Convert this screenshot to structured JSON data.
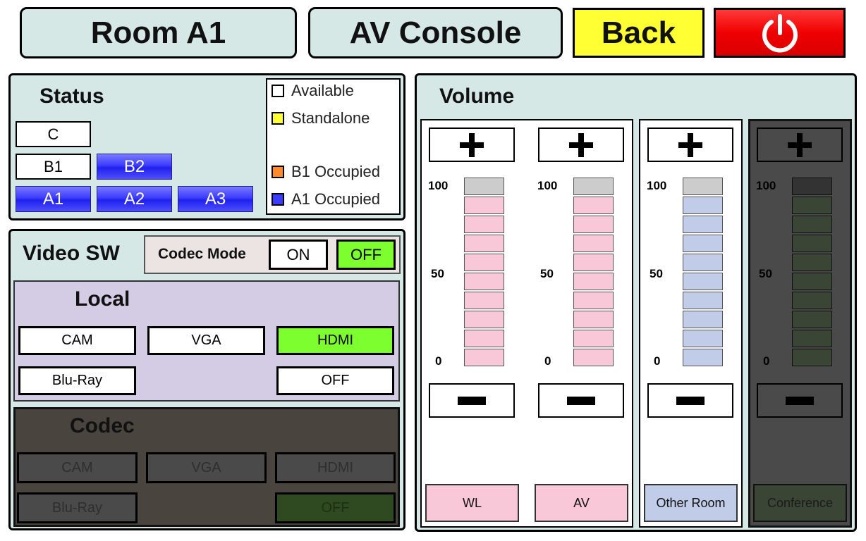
{
  "header": {
    "room_title": "Room A1",
    "console_title": "AV Console",
    "back_label": "Back",
    "power_icon": "power-icon"
  },
  "status": {
    "title": "Status",
    "rooms": [
      "C",
      "B1",
      "B2",
      "A1",
      "A2",
      "A3"
    ],
    "legend": [
      {
        "label": "Available",
        "color": "#ffffff"
      },
      {
        "label": "Standalone",
        "color": "#ffff33"
      },
      {
        "label": "B1 Occupied",
        "color": "#ff8a2a"
      },
      {
        "label": "A1 Occupied",
        "color": "#3c3cff"
      }
    ]
  },
  "video_sw": {
    "title": "Video SW",
    "codec_mode_label": "Codec Mode",
    "on_label": "ON",
    "off_label": "OFF",
    "local": {
      "title": "Local",
      "sources": [
        "CAM",
        "VGA",
        "HDMI",
        "Blu-Ray",
        "OFF"
      ],
      "selected": "HDMI"
    },
    "codec": {
      "title": "Codec",
      "sources": [
        "CAM",
        "VGA",
        "HDMI",
        "Blu-Ray",
        "OFF"
      ],
      "selected": "OFF"
    }
  },
  "volume": {
    "title": "Volume",
    "scale": [
      "100",
      "50",
      "0"
    ],
    "channels": [
      {
        "label": "WL",
        "level": 90,
        "color": "#f8c8d8"
      },
      {
        "label": "AV",
        "level": 90,
        "color": "#f8c8d8"
      },
      {
        "label": "Other Room",
        "level": 90,
        "color": "#c0cce8"
      },
      {
        "label": "Conference",
        "level": 90,
        "color": "#3a4535"
      }
    ]
  }
}
